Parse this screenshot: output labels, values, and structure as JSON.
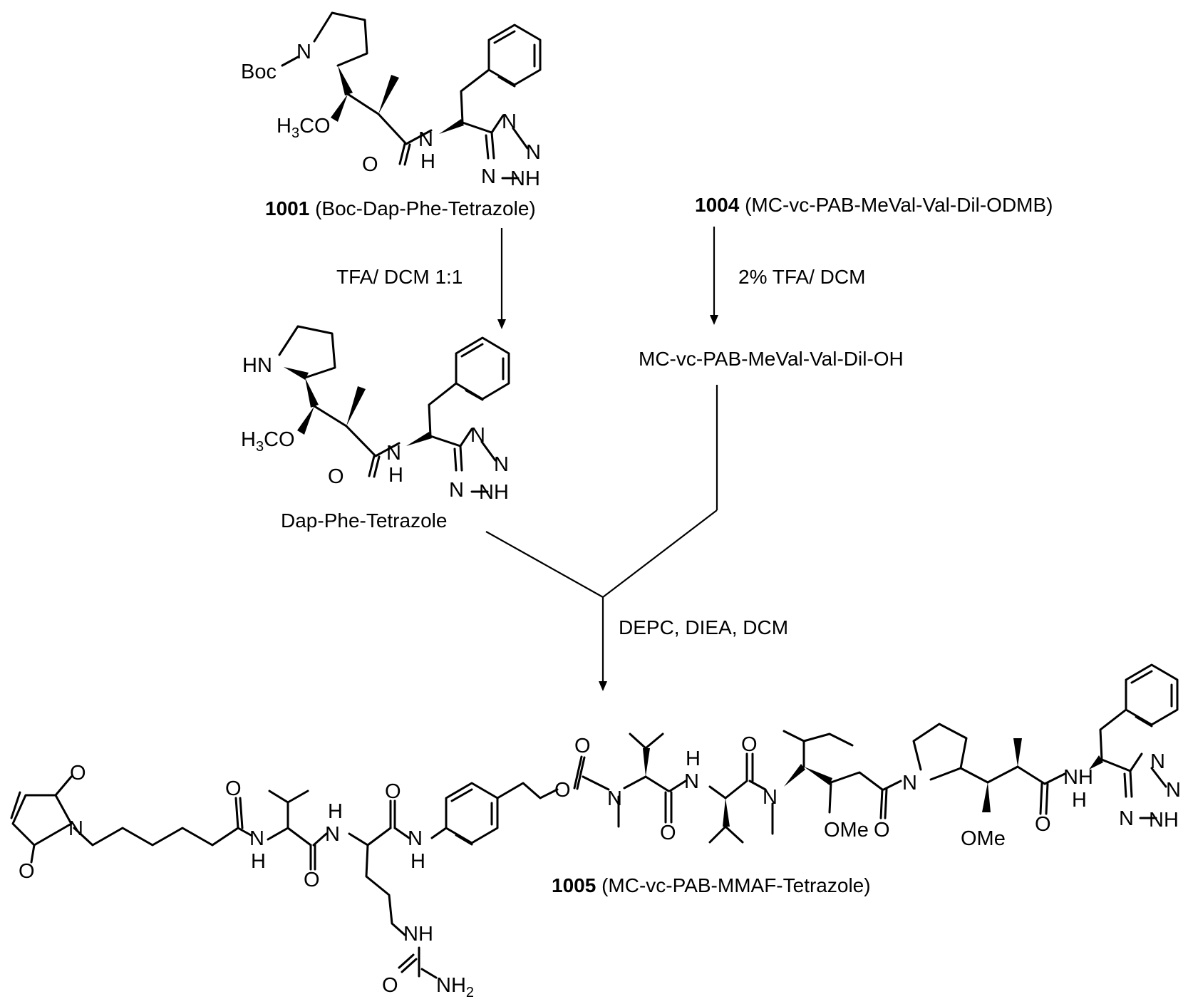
{
  "compounds": {
    "c1001": {
      "number": "1001",
      "name": "(Boc-Dap-Phe-Tetrazole)"
    },
    "c1004": {
      "number": "1004",
      "name": "(MC-vc-PAB-MeVal-Val-Dil-ODMB)"
    },
    "dap_phe": {
      "name": "Dap-Phe-Tetrazole"
    },
    "acid": {
      "name": "MC-vc-PAB-MeVal-Val-Dil-OH"
    },
    "c1005": {
      "number": "1005",
      "name": "(MC-vc-PAB-MMAF-Tetrazole)"
    }
  },
  "conditions": {
    "step1": "TFA/ DCM 1:1",
    "step2": "2% TFA/ DCM",
    "coupling": "DEPC, DIEA, DCM"
  },
  "atoms": {
    "N": "N",
    "O": "O",
    "H": "H",
    "HN": "HN",
    "NH": "NH",
    "Boc": "Boc",
    "H3CO_prefix": "H",
    "H3CO_sub": "3",
    "H3CO_suffix": "CO",
    "OMe": "OMe",
    "NH2_prefix": "NH",
    "NH2_sub": "2"
  }
}
